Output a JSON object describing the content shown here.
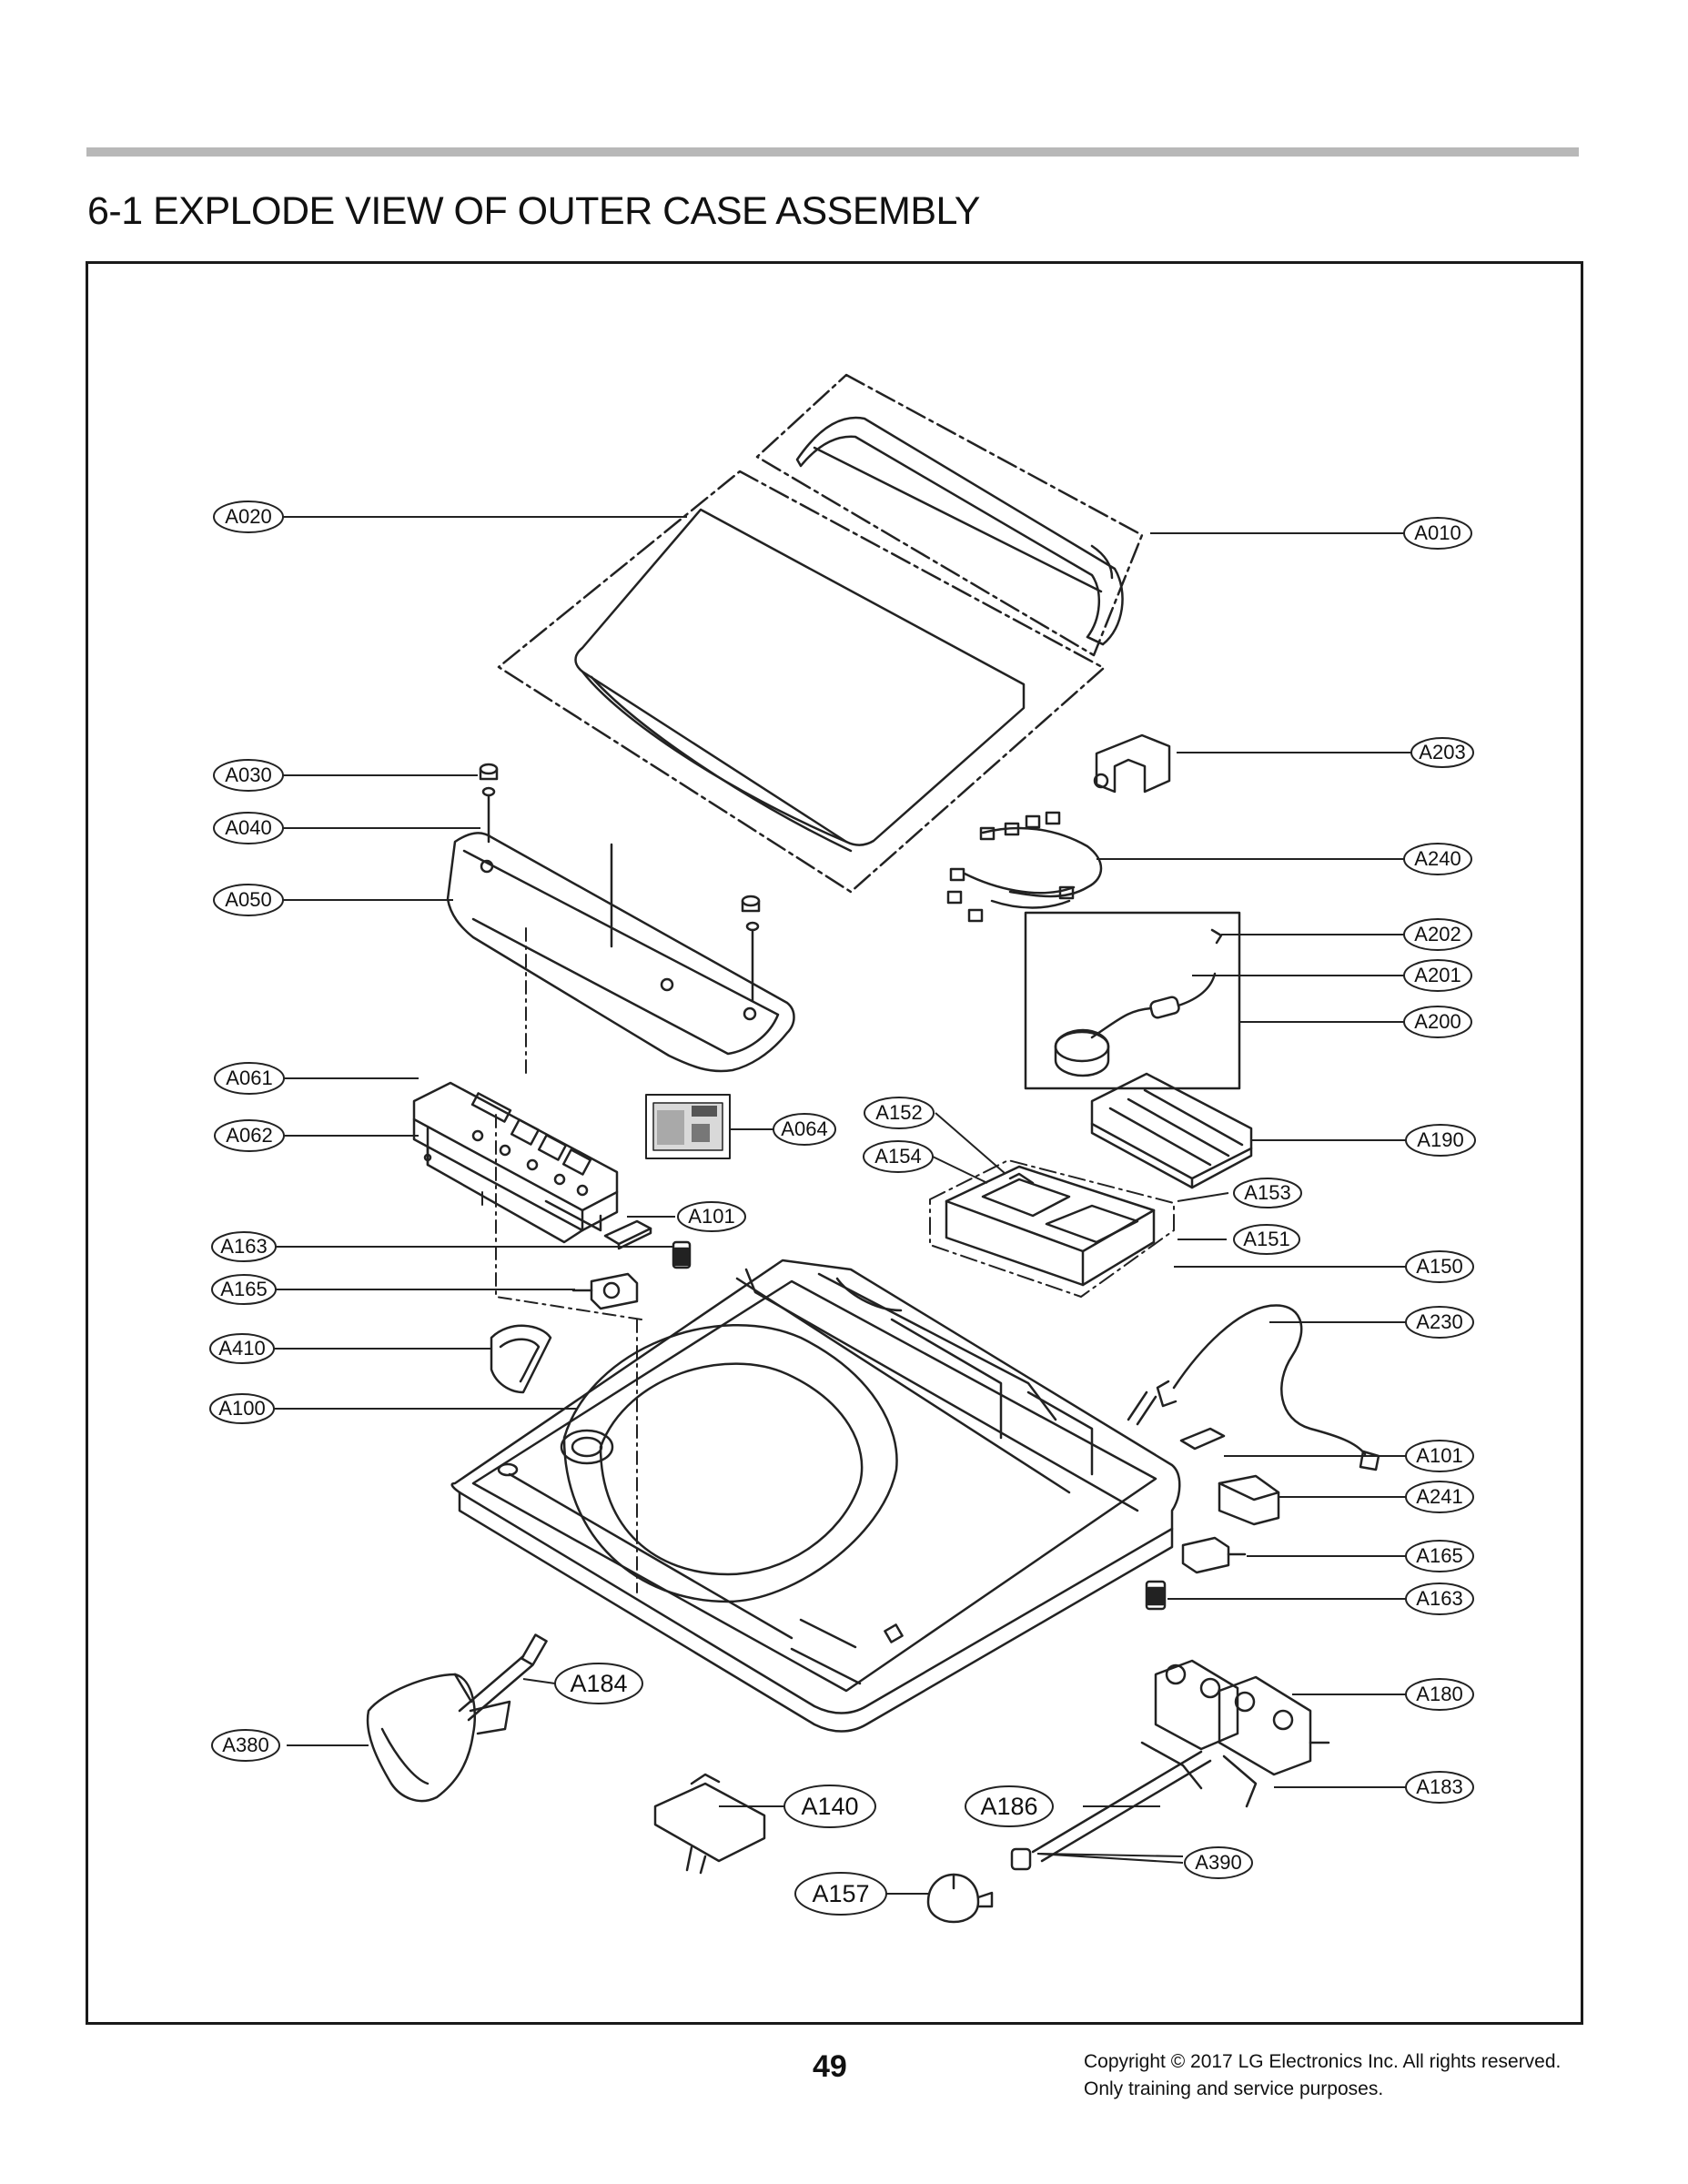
{
  "header": {
    "title": "6-1 EXPLODE VIEW OF OUTER CASE ASSEMBLY"
  },
  "diagram": {
    "callouts": [
      {
        "id": "A020"
      },
      {
        "id": "A010"
      },
      {
        "id": "A030"
      },
      {
        "id": "A040"
      },
      {
        "id": "A050"
      },
      {
        "id": "A203"
      },
      {
        "id": "A240"
      },
      {
        "id": "A202"
      },
      {
        "id": "A201"
      },
      {
        "id": "A200"
      },
      {
        "id": "A061"
      },
      {
        "id": "A062"
      },
      {
        "id": "A064"
      },
      {
        "id": "A152"
      },
      {
        "id": "A154"
      },
      {
        "id": "A190"
      },
      {
        "id": "A153"
      },
      {
        "id": "A151"
      },
      {
        "id": "A101"
      },
      {
        "id": "A150"
      },
      {
        "id": "A163"
      },
      {
        "id": "A165"
      },
      {
        "id": "A230"
      },
      {
        "id": "A410"
      },
      {
        "id": "A100"
      },
      {
        "id": "A101"
      },
      {
        "id": "A241"
      },
      {
        "id": "A165"
      },
      {
        "id": "A163"
      },
      {
        "id": "A184"
      },
      {
        "id": "A180"
      },
      {
        "id": "A380"
      },
      {
        "id": "A140"
      },
      {
        "id": "A186"
      },
      {
        "id": "A183"
      },
      {
        "id": "A390"
      },
      {
        "id": "A157"
      }
    ]
  },
  "footer": {
    "page_number": "49",
    "copyright_line1": "Copyright © 2017 LG Electronics Inc. All rights reserved.",
    "copyright_line2": "Only training and service purposes."
  }
}
